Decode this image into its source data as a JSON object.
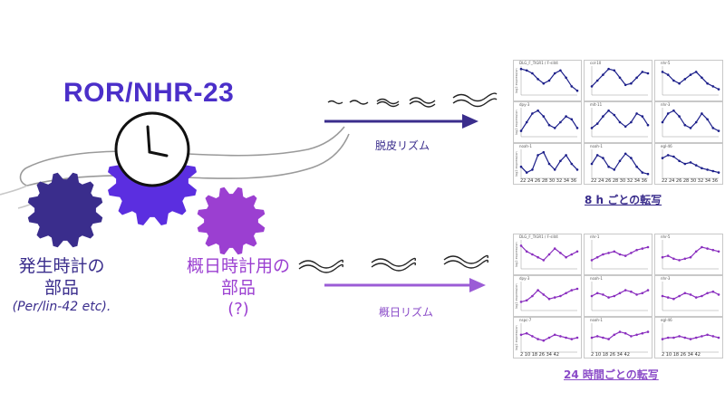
{
  "title": "ROR/NHR-23",
  "dev_label": {
    "line1": "発生時計の",
    "line2": "部品",
    "line3": "(Per/lin-42 etc)."
  },
  "circ_label": {
    "line1": "概日時計用の",
    "line2": "部品",
    "line3": "(?)"
  },
  "molting": {
    "label": "脱皮リズム",
    "caption": "8 h ごとの転写"
  },
  "circadian": {
    "label": "概日リズム",
    "caption": "24 時間ごとの転写"
  },
  "colors": {
    "dev_gear": "#3a2d8c",
    "ror_gear": "#5b2ee0",
    "circ_gear": "#9b3fd1",
    "arrow_top": "#3a2d8c",
    "arrow_bottom": "#9b5cd6",
    "series_top": "#1c1f8a",
    "series_bottom": "#8a2fbf"
  },
  "top_panels": [
    {
      "name": "DLG_F_TIGR1 / F-slit4",
      "values": [
        0.9,
        0.85,
        0.75,
        0.55,
        0.4,
        0.5,
        0.75,
        0.85,
        0.6,
        0.3,
        0.15
      ]
    },
    {
      "name": "col-10",
      "values": [
        0.3,
        0.5,
        0.7,
        0.9,
        0.85,
        0.6,
        0.35,
        0.4,
        0.6,
        0.8,
        0.75
      ]
    },
    {
      "name": "nhr-5",
      "values": [
        0.8,
        0.7,
        0.5,
        0.4,
        0.55,
        0.7,
        0.8,
        0.6,
        0.4,
        0.3,
        0.2
      ]
    },
    {
      "name": "dpy-3",
      "values": [
        0.2,
        0.5,
        0.8,
        0.9,
        0.7,
        0.4,
        0.3,
        0.5,
        0.7,
        0.6,
        0.3
      ]
    },
    {
      "name": "mlt-11",
      "values": [
        0.3,
        0.45,
        0.7,
        0.9,
        0.75,
        0.5,
        0.35,
        0.5,
        0.8,
        0.7,
        0.4
      ]
    },
    {
      "name": "nhr-3",
      "values": [
        0.5,
        0.8,
        0.9,
        0.7,
        0.4,
        0.3,
        0.5,
        0.8,
        0.6,
        0.3,
        0.2
      ]
    },
    {
      "name": "noah-1",
      "values": [
        0.4,
        0.2,
        0.3,
        0.8,
        0.9,
        0.5,
        0.3,
        0.6,
        0.8,
        0.5,
        0.3
      ]
    },
    {
      "name": "noah-1",
      "values": [
        0.5,
        0.8,
        0.7,
        0.4,
        0.3,
        0.6,
        0.85,
        0.7,
        0.4,
        0.2,
        0.15
      ]
    },
    {
      "name": "egl-46",
      "values": [
        0.7,
        0.8,
        0.75,
        0.6,
        0.5,
        0.55,
        0.45,
        0.35,
        0.3,
        0.25,
        0.2
      ]
    }
  ],
  "bottom_panels": [
    {
      "name": "DLG_F_TIGR1 / F-slit4",
      "values": [
        0.8,
        0.6,
        0.5,
        0.4,
        0.3,
        0.5,
        0.7,
        0.55,
        0.4,
        0.5,
        0.6
      ]
    },
    {
      "name": "nhr-1",
      "values": [
        0.3,
        0.4,
        0.5,
        0.55,
        0.6,
        0.5,
        0.45,
        0.55,
        0.65,
        0.7,
        0.75
      ]
    },
    {
      "name": "nhr-5",
      "values": [
        0.4,
        0.45,
        0.35,
        0.3,
        0.35,
        0.4,
        0.6,
        0.75,
        0.7,
        0.65,
        0.6
      ]
    },
    {
      "name": "dpy-3",
      "values": [
        0.3,
        0.35,
        0.5,
        0.7,
        0.55,
        0.4,
        0.45,
        0.5,
        0.6,
        0.7,
        0.75
      ]
    },
    {
      "name": "noah-1",
      "values": [
        0.5,
        0.6,
        0.55,
        0.45,
        0.5,
        0.6,
        0.7,
        0.65,
        0.55,
        0.6,
        0.7
      ]
    },
    {
      "name": "nhr-3",
      "values": [
        0.5,
        0.45,
        0.4,
        0.5,
        0.6,
        0.55,
        0.45,
        0.5,
        0.6,
        0.65,
        0.55
      ]
    },
    {
      "name": "nspc-7",
      "values": [
        0.6,
        0.65,
        0.55,
        0.45,
        0.4,
        0.5,
        0.6,
        0.55,
        0.5,
        0.45,
        0.5
      ]
    },
    {
      "name": "noah-1",
      "values": [
        0.5,
        0.55,
        0.5,
        0.45,
        0.6,
        0.7,
        0.65,
        0.55,
        0.6,
        0.65,
        0.7
      ]
    },
    {
      "name": "egl-46",
      "values": [
        0.45,
        0.5,
        0.5,
        0.55,
        0.5,
        0.45,
        0.5,
        0.55,
        0.6,
        0.55,
        0.5
      ]
    }
  ],
  "top_xticks": "22 24 26 28 30 32 34 36",
  "bottom_xticks": "2 10 18 26 34 42",
  "ylabel": "log2 expression"
}
